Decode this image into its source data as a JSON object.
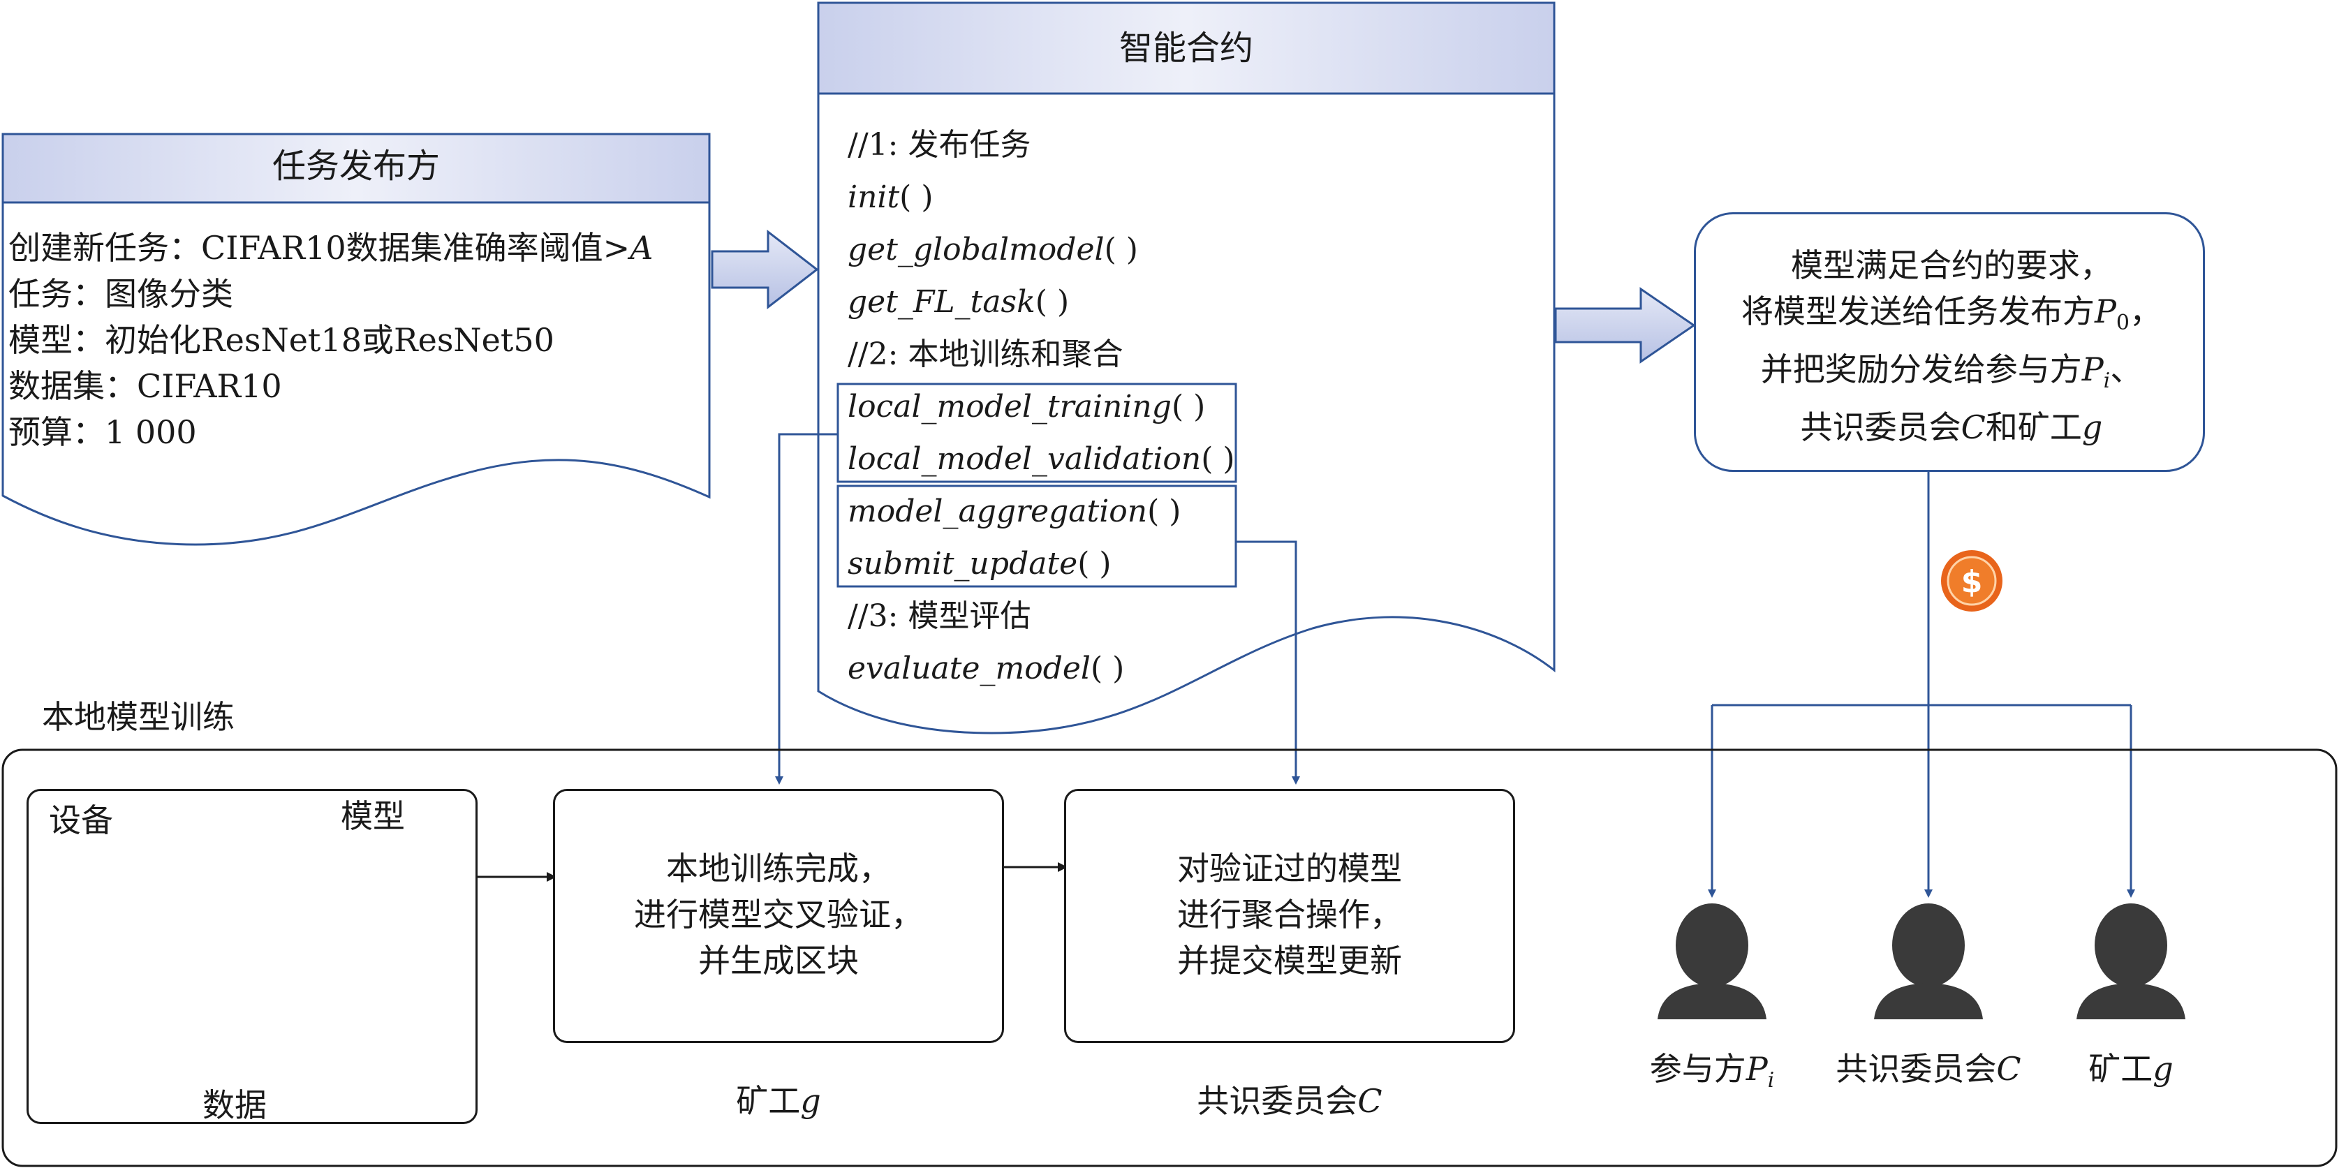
{
  "publisher": {
    "title": "任务发布方",
    "lines": [
      "创建新任务：CIFAR10数据集准确率阈值>",
      "任务：图像分类",
      "模型：初始化ResNet18或ResNet50",
      "数据集：CIFAR10",
      "预算：1 000"
    ],
    "threshold_var": "A"
  },
  "contract": {
    "title": "智能合约",
    "step1": "//1: 发布任务",
    "fn_init": "init",
    "fn_get_globalmodel": "get_globalmodel",
    "fn_get_fl_task": "get_FL_task",
    "step2": "//2: 本地训练和聚合",
    "fn_local_training": "local_model_training",
    "fn_local_validation": "local_model_validation",
    "fn_model_aggregation": "model_aggregation",
    "fn_submit_update": "submit_update",
    "step3": "//3: 模型评估",
    "fn_evaluate": "evaluate_model",
    "parens": "( )"
  },
  "result_box": {
    "line1": "模型满足合约的要求，",
    "line2_pre": "将模型发送给任务发布方",
    "line2_var": "P",
    "line2_sub": "0",
    "line2_post": "，",
    "line3_pre": "并把奖励分发给参与方",
    "line3_var": "P",
    "line3_sub": "i",
    "line3_post": "、",
    "line4_pre": "共识委员会",
    "line4_var1": "C",
    "line4_mid": "和矿工",
    "line4_var2": "g"
  },
  "local_training": {
    "section_label": "本地模型训练",
    "device_label": "设备",
    "model_label": "模型",
    "data_label": "数据",
    "miner_box": [
      "本地训练完成，",
      "进行模型交叉验证，",
      "并生成区块"
    ],
    "miner_caption": "矿工",
    "miner_var": "g",
    "committee_box": [
      "对验证过的模型",
      "进行聚合操作，",
      "并提交模型更新"
    ],
    "committee_caption": "共识委员会",
    "committee_var": "C"
  },
  "recipients": [
    {
      "label": "参与方",
      "var": "P",
      "sub": "i"
    },
    {
      "label": "共识委员会",
      "var": "C",
      "sub": ""
    },
    {
      "label": "矿工",
      "var": "g",
      "sub": ""
    }
  ],
  "colors": {
    "accent": "#2f5597",
    "header_fill": "#dfe3f3",
    "arrow_fill": "#c5cde9",
    "coin": "#e8641b",
    "person": "#3a3a3a",
    "node": "#7ecfd6"
  },
  "icons": [
    "gpu-card-icon",
    "neural-network-icon",
    "database-icon",
    "coin-icon",
    "person-icon"
  ]
}
